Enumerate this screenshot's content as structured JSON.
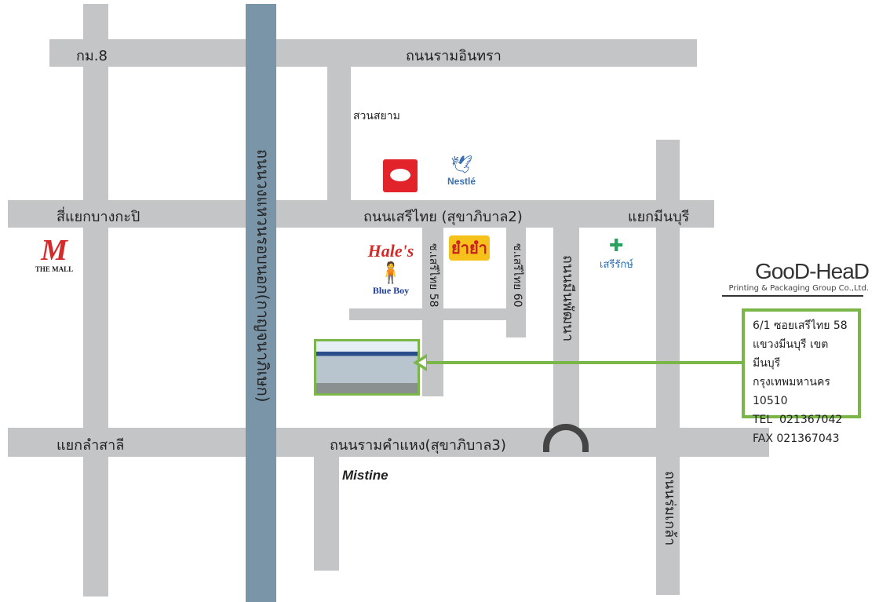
{
  "roads": {
    "top_left": "กม.8",
    "top": "ถนนรามอินทรา",
    "suan_siam": "สวนสยาม",
    "middle": "ถนนเสรีไทย (สุขาภิบาล2)",
    "middle_left": "สี่แยกบางกะปิ",
    "middle_right": "แยกมีนบุรี",
    "bottom": "ถนนรามคำแหง(สุขาภิบาล3)",
    "bottom_left": "แยกลำสาลี",
    "main_vertical": "ถนนวงแหวนรอบนอก(กาญจนาภิเษก)",
    "soi58": "ซ.เสรีไทย 58",
    "soi60": "ซ.เสรีไทย 60",
    "minpattana": "ถนนมีนพัฒนา",
    "romklao": "ถนนร่มเกล้า"
  },
  "landmarks": {
    "the_mall": "THE MALL",
    "nestle": "Nestlé",
    "hales": "Hale's",
    "blue_boy": "Blue Boy",
    "yumyum": "ยำยำ",
    "serirak": "เสรีรักษ์",
    "mistine": "Mistine"
  },
  "company": {
    "logo": "GooD-HeaD",
    "tagline": "Printing & Packaging Group Co.,Ltd.",
    "address": [
      "6/1 ซอยเสรีไทย 58",
      "แขวงมีนบุรี เขตมีนบุรี",
      "กรุงเทพมหานคร 10510",
      "TEL  021367042",
      "FAX 021367043"
    ]
  },
  "colors": {
    "road": "#c3c5c6",
    "main_road": "#7a95a8",
    "highlight": "#7ab648"
  }
}
